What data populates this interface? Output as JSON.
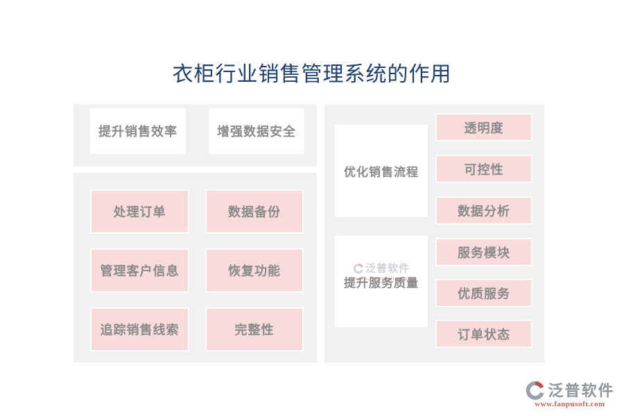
{
  "title": "衣柜行业销售管理系统的作用",
  "left": {
    "benefit_cards": [
      "提升销售效率",
      "增强数据安全"
    ],
    "feature_cards": [
      "处理订单",
      "数据备份",
      "管理客户信息",
      "恢复功能",
      "追踪销售线索",
      "完整性"
    ]
  },
  "right": {
    "groups": [
      {
        "title": "优化销售流程",
        "items": [
          "透明度",
          "可控性",
          "数据分析"
        ]
      },
      {
        "title": "提升服务质量",
        "items": [
          "服务模块",
          "优质服务",
          "订单状态"
        ]
      }
    ]
  },
  "watermark": {
    "brand": "泛普软件",
    "url": "www.fanpusoft.com"
  },
  "footer_logo": {
    "brand": "泛普软件",
    "url": "www.fanpusoft.com"
  },
  "colors": {
    "title_blue": "#1f3f6e",
    "panel_gray": "#f1f1f1",
    "card_pink": "#f8dbdb",
    "card_text_gray": "#8a8a8a",
    "logo_gray": "#8f959e",
    "logo_red": "#c0504d",
    "url_red": "#cb6159"
  }
}
